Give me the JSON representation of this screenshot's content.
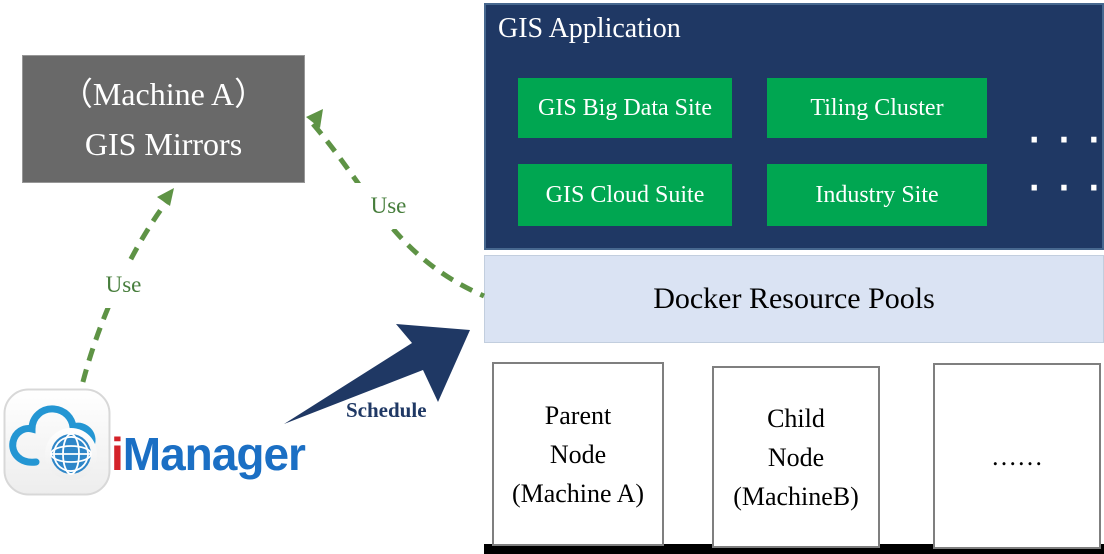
{
  "colors": {
    "navy": "#1f3864",
    "green_service_box": "#00a651",
    "gray_box": "#696969",
    "docker_light_blue": "#dae3f3",
    "arrow_green": "#5e9345",
    "use_text_green": "#467d3b",
    "logo_red": "#d42229",
    "logo_blue": "#1b6fc4"
  },
  "mirrors_box": {
    "line1": "（Machine A）",
    "line2": "GIS Mirrors"
  },
  "gis_application": {
    "title": "GIS Application",
    "items": [
      {
        "label": "GIS Big Data Site"
      },
      {
        "label": "Tiling Cluster"
      },
      {
        "label": "GIS Cloud Suite"
      },
      {
        "label": "Industry Site"
      }
    ],
    "ellipsis_row1": "· · ·",
    "ellipsis_row2": "· · ·"
  },
  "docker_pools": {
    "label": "Docker Resource Pools"
  },
  "nodes": [
    {
      "line1": "Parent",
      "line2": "Node",
      "line3": "(Machine A)"
    },
    {
      "line1": "Child",
      "line2": "Node",
      "line3": "(MachineB)"
    },
    {
      "line1": "……"
    }
  ],
  "labels": {
    "use_left": "Use",
    "use_right": "Use",
    "schedule": "Schedule"
  },
  "logo": {
    "i": "i",
    "rest": "Manager"
  }
}
